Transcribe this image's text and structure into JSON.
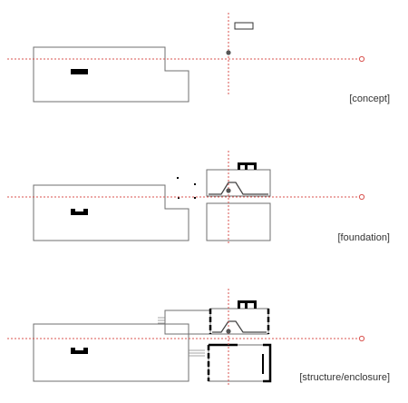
{
  "panels": [
    {
      "id": "concept",
      "label": "[concept]"
    },
    {
      "id": "foundation",
      "label": "[foundation]"
    },
    {
      "id": "structure",
      "label": "[structure/enclosure]"
    }
  ],
  "colors": {
    "outline": "#6f6f6f",
    "solid": "#000000",
    "axis": "#d9534f",
    "background": "#ffffff"
  }
}
